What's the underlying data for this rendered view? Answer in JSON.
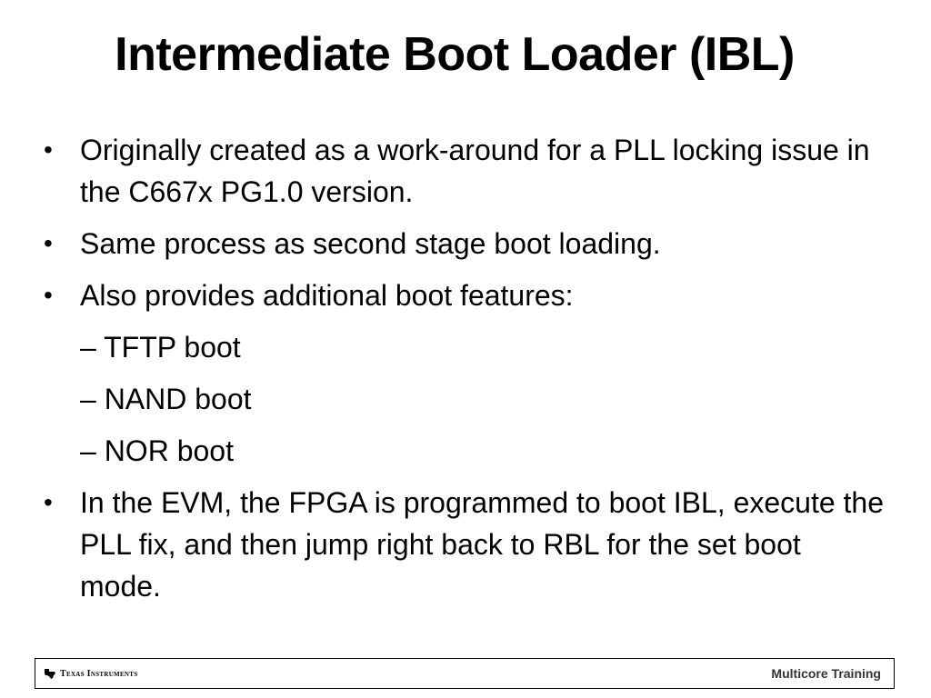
{
  "title": "Intermediate Boot Loader (IBL)",
  "bullets": [
    {
      "text": "Originally created as a work-around for a PLL locking issue in the C667x PG1.0 version."
    },
    {
      "text": "Same process as second stage boot loading."
    },
    {
      "text": "Also provides additional boot features:"
    },
    {
      "text": "In the EVM, the FPGA is programmed to boot IBL, execute the PLL fix, and then jump right back to RBL for the set boot mode."
    }
  ],
  "sub_bullets": [
    {
      "text": "TFTP boot"
    },
    {
      "text": "NAND boot"
    },
    {
      "text": "NOR boot"
    }
  ],
  "bullet_glyph": "•",
  "dash_glyph": "–",
  "footer": {
    "logo_text": "Texas Instruments",
    "right_text": "Multicore Training",
    "logo_icon": "texas-state-icon"
  }
}
